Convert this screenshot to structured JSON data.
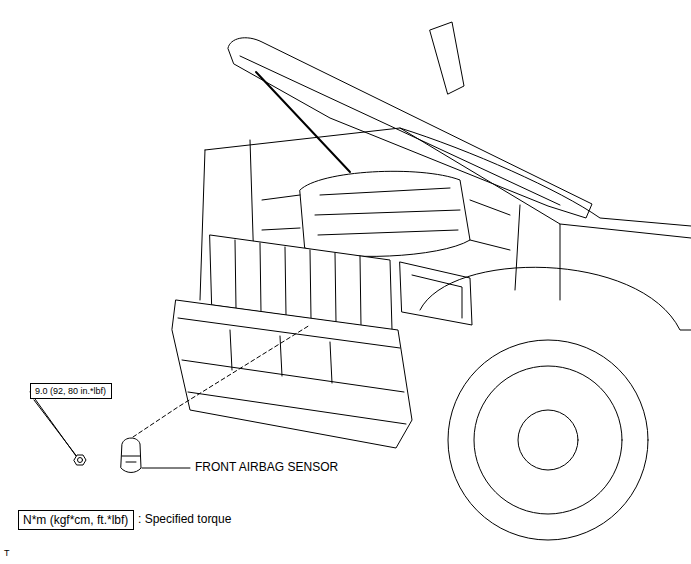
{
  "diagram": {
    "nodes": [
      {
        "text": [
          "9.0 (92, 80 in.*lbf)"
        ]
      },
      {
        "text": [
          "N*m (kgf*cm, ft.*lbf)"
        ]
      }
    ],
    "labels": [
      "FRONT AIRBAG SENSOR",
      ": Specified torque",
      "T"
    ]
  }
}
